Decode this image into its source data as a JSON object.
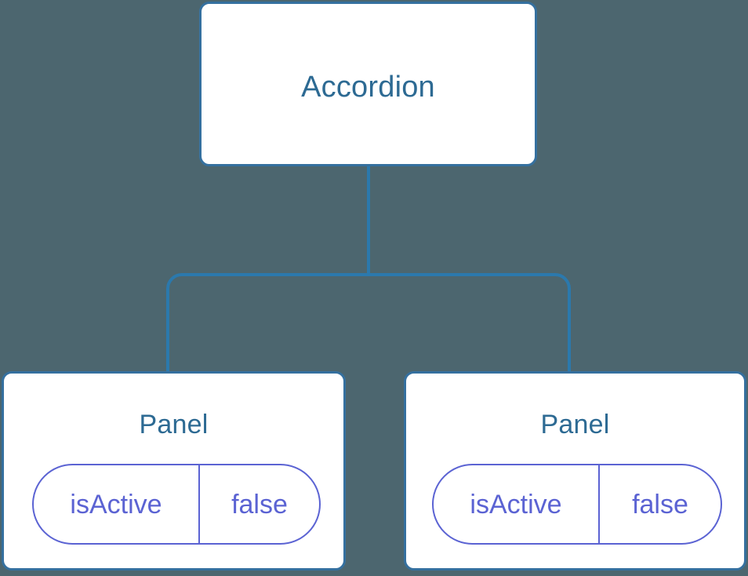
{
  "diagram": {
    "background_color": "#4c666f",
    "node_border_color": "#35709f",
    "node_fill_color": "#ffffff",
    "node_title_color": "#2d6a93",
    "edge_color": "#2b79ad",
    "prop_color": "#5b63d3",
    "root": {
      "title": "Accordion"
    },
    "children": [
      {
        "title": "Panel",
        "props": [
          {
            "key": "isActive",
            "value": "false"
          }
        ]
      },
      {
        "title": "Panel",
        "props": [
          {
            "key": "isActive",
            "value": "false"
          }
        ]
      }
    ]
  }
}
